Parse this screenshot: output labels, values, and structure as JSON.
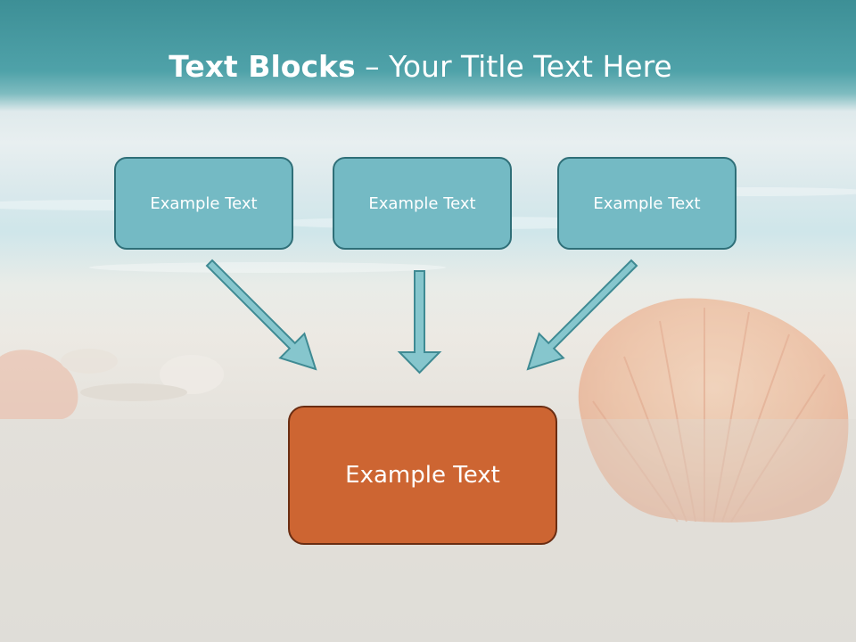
{
  "slide": {
    "title_bold": "Text Blocks",
    "title_dash": "–",
    "title_rest": "Your Title Text Here"
  },
  "boxes": {
    "top_left": "Example Text",
    "top_center": "Example Text",
    "top_right": "Example Text",
    "bottom": "Example Text"
  },
  "colors": {
    "header_teal": "#4fa2a9",
    "box_teal": "#74bac4",
    "box_teal_border": "#2f6f78",
    "box_orange": "#cd6532",
    "box_orange_border": "#6a2d12",
    "arrow_fill": "#86c6cd",
    "arrow_stroke": "#3f8a93"
  },
  "icons": {
    "background": "beach-sand-seashell-image"
  }
}
